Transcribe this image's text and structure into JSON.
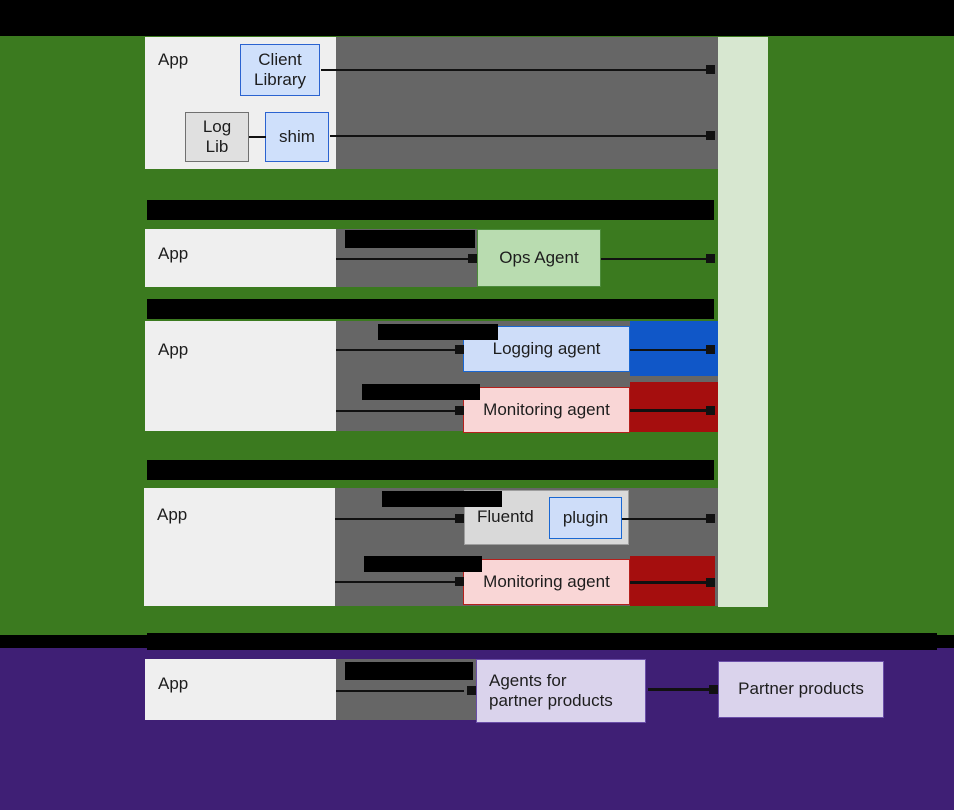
{
  "diagram": {
    "title_hidden": true,
    "colors": {
      "green_band": "#3b7a1f",
      "purple_band": "#3f1f75",
      "black": "#000000",
      "app_fill": "#efefef",
      "ops_agent_fill": "#b9dcb0",
      "ops_agent_border": "#4d8c3c",
      "logging_agent_fill": "#ceddf9",
      "logging_agent_border": "#1967d2",
      "logging_block": "#1057c8",
      "monitoring_agent_fill": "#f9d6d6",
      "monitoring_agent_border": "#b5201c",
      "monitoring_block": "#a50e0e",
      "fluentd_fill": "#d9d9d9",
      "fluentd_border": "#9e9e9e",
      "plugin_fill": "#ceddf9",
      "plugin_border": "#1967d2",
      "partner_fill": "#dad3ec",
      "partner_border": "#6a4ea8",
      "side_panel_fill": "#d7e7d0",
      "redaction_grey": "#666666"
    },
    "rows": [
      {
        "id": "row-client-library",
        "app_label": "App",
        "nodes": [
          {
            "id": "client-library",
            "label": "Client\nLibrary"
          },
          {
            "id": "log-lib",
            "label": "Log\nLib"
          },
          {
            "id": "shim",
            "label": "shim"
          }
        ]
      },
      {
        "id": "row-ops-agent",
        "app_label": "App",
        "nodes": [
          {
            "id": "ops-agent",
            "label": "Ops Agent"
          }
        ]
      },
      {
        "id": "row-logging-monitoring",
        "app_label": "App",
        "nodes": [
          {
            "id": "logging-agent",
            "label": "Logging agent"
          },
          {
            "id": "monitoring-agent",
            "label": "Monitoring agent"
          }
        ]
      },
      {
        "id": "row-fluentd",
        "app_label": "App",
        "nodes": [
          {
            "id": "fluentd",
            "label": "Fluentd"
          },
          {
            "id": "plugin",
            "label": "plugin"
          },
          {
            "id": "monitoring-agent-2",
            "label": "Monitoring agent"
          }
        ]
      },
      {
        "id": "row-partner",
        "app_label": "App",
        "nodes": [
          {
            "id": "agents-for-partner-products",
            "label": "Agents for\npartner products"
          },
          {
            "id": "partner-products",
            "label": "Partner products"
          }
        ]
      }
    ]
  },
  "labels": {
    "app": "App",
    "client_library": "Client\nLibrary",
    "log_lib": "Log\nLib",
    "shim": "shim",
    "ops_agent": "Ops Agent",
    "logging_agent": "Logging agent",
    "monitoring_agent": "Monitoring agent",
    "monitoring_agent_2": "Monitoring agent",
    "fluentd": "Fluentd",
    "plugin": "plugin",
    "agents_for_partner_products": "Agents for\npartner products",
    "partner_products": "Partner products"
  }
}
